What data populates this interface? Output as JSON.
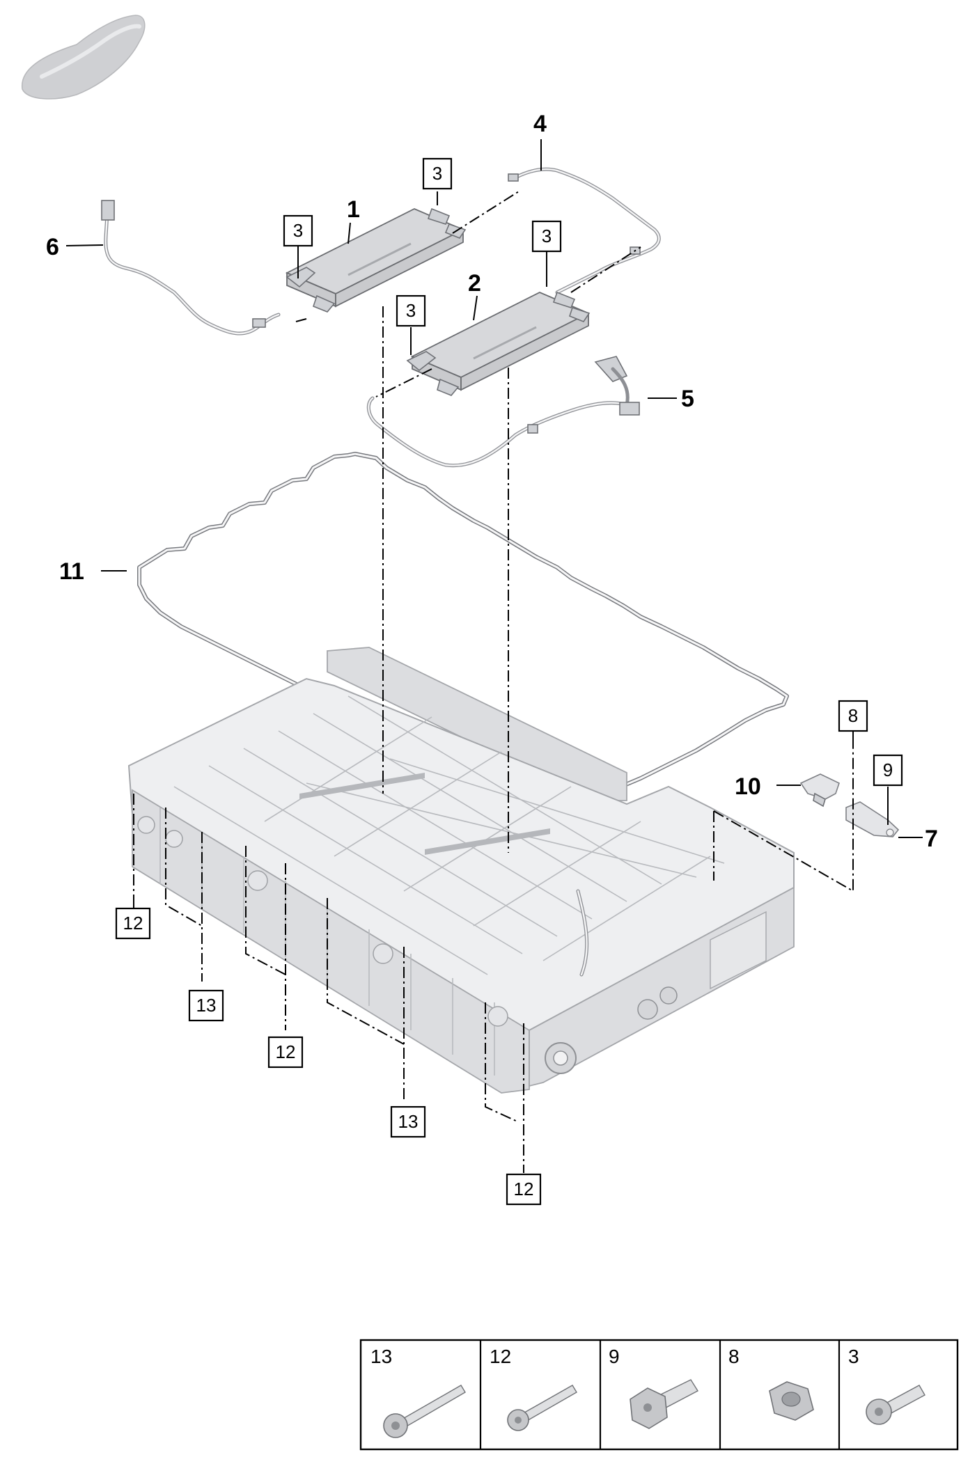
{
  "callouts": {
    "c1": "1",
    "c2": "2",
    "c4": "4",
    "c5": "5",
    "c6": "6",
    "c7": "7",
    "c10": "10",
    "c11": "11"
  },
  "boxed_labels": {
    "b3a": "3",
    "b3b": "3",
    "b3c": "3",
    "b3d": "3",
    "b8": "8",
    "b9": "9",
    "b12a": "12",
    "b12b": "12",
    "b12c": "12",
    "b13a": "13",
    "b13b": "13"
  },
  "legend": [
    {
      "number": "13",
      "icon": "long-bolt-icon"
    },
    {
      "number": "12",
      "icon": "bolt-icon"
    },
    {
      "number": "9",
      "icon": "flange-bolt-icon"
    },
    {
      "number": "8",
      "icon": "hex-nut-icon"
    },
    {
      "number": "3",
      "icon": "short-bolt-icon"
    }
  ],
  "icons": {
    "vehicle": "car-silhouette-icon"
  },
  "colors": {
    "line": "#000000",
    "part_fill": "#e4e5e8",
    "module_fill": "#c9cacd"
  }
}
